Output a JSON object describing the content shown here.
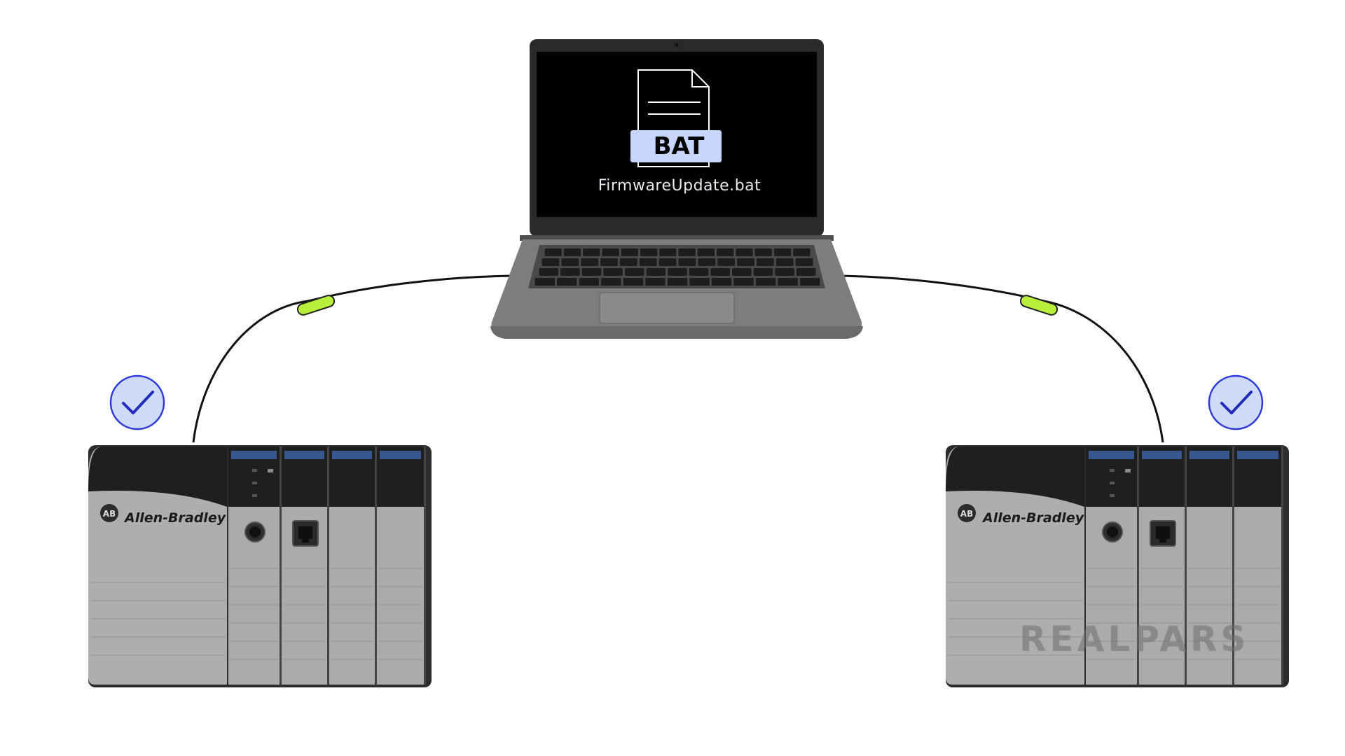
{
  "file": {
    "type_label": "BAT",
    "name": "FirmwareUpdate.bat"
  },
  "plc_left": {
    "brand": "Allen-Bradley",
    "logo_text": "AB",
    "status": "check-icon"
  },
  "plc_right": {
    "brand": "Allen-Bradley",
    "logo_text": "AB",
    "status": "check-icon"
  },
  "watermark": "REALPARS",
  "colors": {
    "background": "#ffffff",
    "cable": "#111111",
    "cable_connector": "#b8ef3a",
    "check_fill": "#cfdaf9",
    "check_stroke": "#2e3ad8",
    "bat_badge": "#c9d6fb",
    "module_top_accent": "#37588f"
  }
}
